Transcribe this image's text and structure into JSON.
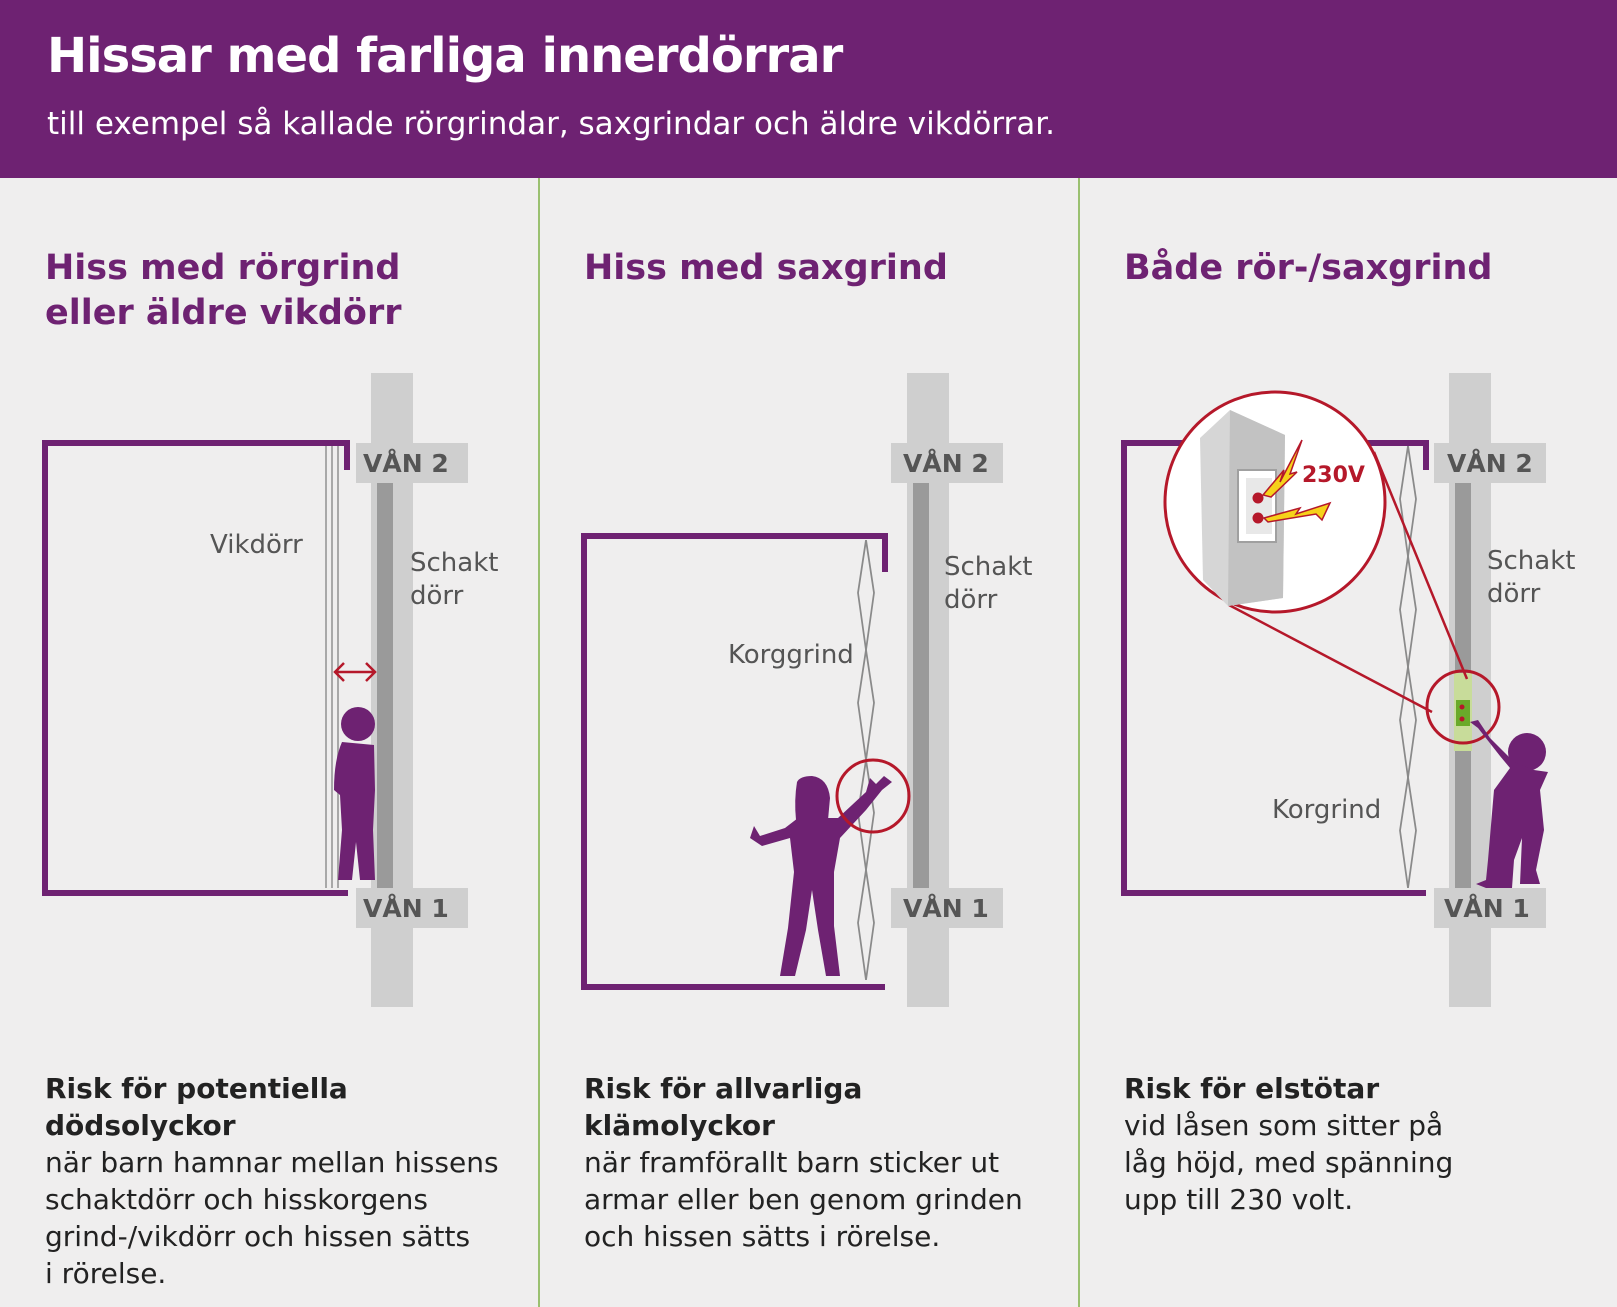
{
  "header": {
    "title": "Hissar med farliga innerdörrar",
    "subtitle": "till exempel så kallade rörgrindar, saxgrindar och äldre vikdörrar."
  },
  "columns": [
    {
      "title": "Hiss med rörgrind\neller äldre vikdörr",
      "labels": {
        "floor_top": "VÅN 2",
        "floor_bottom": "VÅN 1",
        "door": "Vikdörr",
        "shaft_1": "Schakt",
        "shaft_2": "dörr"
      },
      "risk": "Risk för potentiella\ndödsolyckor",
      "text": "när barn hamnar mellan hissens\nschaktdörr och hisskorgens\ngrind-/vikdörr och hissen sätts\ni rörelse."
    },
    {
      "title": "Hiss med saxgrind",
      "labels": {
        "floor_top": "VÅN 2",
        "floor_bottom": "VÅN 1",
        "gate": "Korggrind",
        "shaft_1": "Schakt",
        "shaft_2": "dörr"
      },
      "risk": "Risk för allvarliga\nklämolyckor",
      "text": "när framförallt barn sticker ut\narmar eller ben genom grinden\noch hissen sätts i rörelse."
    },
    {
      "title": "Både rör-/saxgrind",
      "labels": {
        "floor_top": "VÅN 2",
        "floor_bottom": "VÅN 1",
        "gate": "Korgrind",
        "shaft_1": "Schakt",
        "shaft_2": "dörr",
        "voltage": "230V"
      },
      "risk": "Risk för elstötar",
      "text": "vid låsen som sitter på\nlåg höjd, med spänning\nupp till 230 volt."
    }
  ],
  "colors": {
    "purple": "#6e2272",
    "danger_red": "#b5182a",
    "shaft_grey": "#cfcfcf",
    "floor_label_bg": "#cfcfcf",
    "divider_green": "#9ac070",
    "lock_green": "#6aaa2a",
    "bolt_yellow": "#f6d21a"
  },
  "icons": [
    "double-arrow-icon",
    "child-silhouette-icon",
    "lightning-bolt-icon",
    "magnifier-circle-icon"
  ]
}
